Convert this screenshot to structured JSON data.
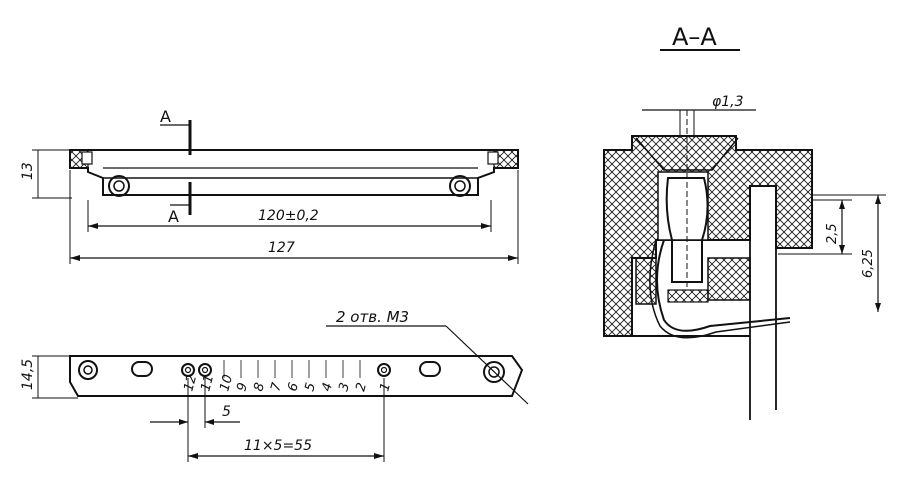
{
  "section_title": "A–A",
  "section_mark_top": "A",
  "section_mark_bottom": "A",
  "dim_height_top_view": "13",
  "dim_hole_spacing": "120±0,2",
  "dim_total_length": "127",
  "dim_height_bottom_view": "14,5",
  "note_holes": "2 отв. M3",
  "dim_pitch": "5",
  "dim_pitch_total": "11×5=55",
  "contact_numbers": [
    "12",
    "11",
    "10",
    "9",
    "8",
    "7",
    "6",
    "5",
    "4",
    "3",
    "2",
    "1"
  ],
  "dim_diameter": "φ1,3",
  "dim_small": "2,5",
  "dim_large": "6,25"
}
